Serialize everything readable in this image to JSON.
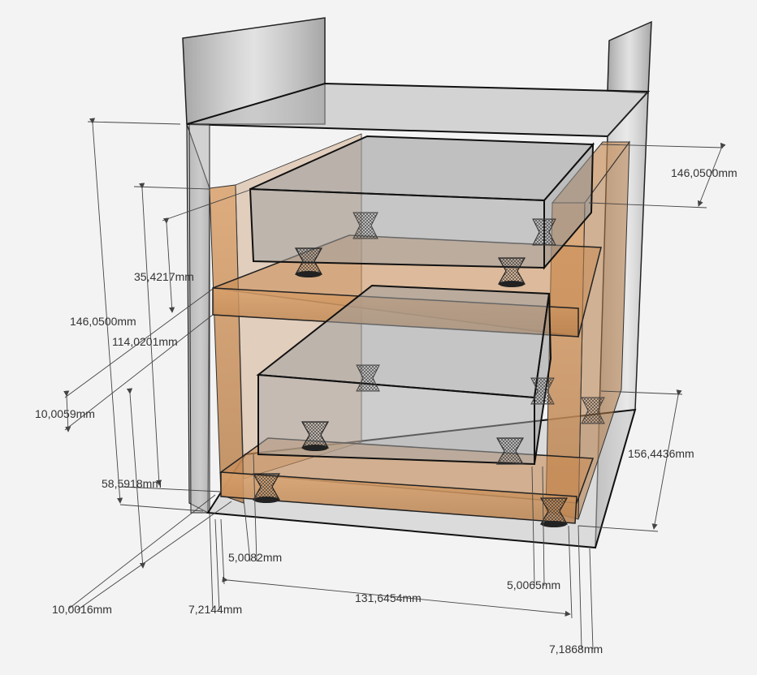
{
  "dimensions": {
    "d_146_right": "146,0500mm",
    "d_35": "35,4217mm",
    "d_146_left": "146,0500mm",
    "d_114": "114,0201mm",
    "d_10_0059": "10,0059mm",
    "d_156": "156,4436mm",
    "d_58": "58,5918mm",
    "d_5_left": "5,0082mm",
    "d_5_right": "5,0065mm",
    "d_10_0016": "10,0016mm",
    "d_7_21": "7,2144mm",
    "d_131": "131,6454mm",
    "d_7_18": "7,1868mm"
  },
  "colors": {
    "background": "#f3f3f3",
    "glass": "#9a9a9a",
    "wood": "#c98b52",
    "edge": "#111111",
    "dim_line": "#444444",
    "feet": "#555555"
  }
}
